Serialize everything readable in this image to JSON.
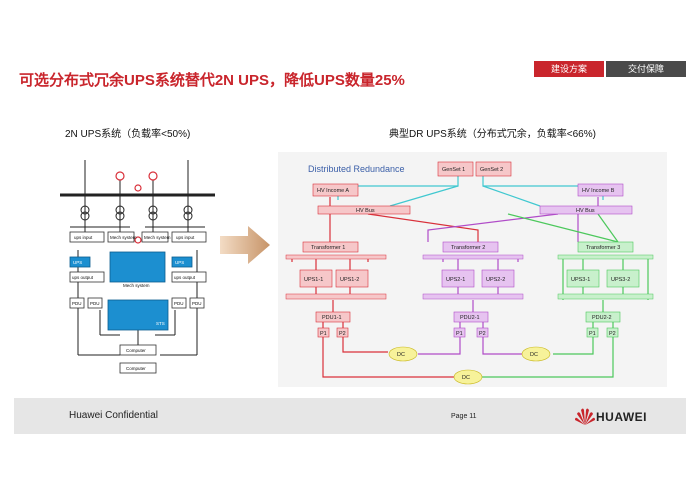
{
  "header": {
    "tab_active": "建设方案",
    "tab_inactive": "交付保障",
    "title": "可选分布式冗余UPS系统替代2N UPS，降低UPS数量25%"
  },
  "left": {
    "caption": "2N UPS系统（负载率<50%)",
    "labels": {
      "ups_input_1": "ups input",
      "ups_input_2": "ups input",
      "mech_1": "Mech system",
      "mech_2": "Mech system",
      "ups_1": "UPS",
      "ups_2": "UPS",
      "ups_output_1": "ups output",
      "ups_output_2": "ups output",
      "mech_system": "Mech system",
      "pdu_1": "PDU",
      "pdu_2": "PDU",
      "pdu_3": "PDU",
      "pdu_4": "PDU",
      "sts": "STS",
      "computer_1": "Computer",
      "computer_2": "Computer"
    }
  },
  "right": {
    "caption": "典型DR UPS系统（分布式冗余，负载率<66%)",
    "diagram_title": "Distributed Redundance",
    "labels": {
      "genset_1": "GenSet 1",
      "genset_2": "GenSet 2",
      "hv_income_a": "HV Income A",
      "hv_income_b": "HV Income B",
      "hv_bus_a": "HV Bus",
      "hv_bus_b": "HV Bus",
      "transformer_1": "Transformer 1",
      "transformer_2": "Transformer 2",
      "transformer_3": "Transformer 3",
      "ups1_1": "UPS1-1",
      "ups1_2": "UPS1-2",
      "ups2_1": "UPS2-1",
      "ups2_2": "UPS2-2",
      "ups3_1": "UPS3-1",
      "ups3_2": "UPS3-2",
      "pdu1_1": "PDU1-1",
      "pdu2_1": "PDU2-1",
      "pdu2_2": "PDU2-2",
      "p1_a": "P1",
      "p2_a": "P2",
      "p1_b": "P1",
      "p2_b": "P2",
      "p1_c": "P1",
      "p2_c": "P2",
      "dc_1": "DC",
      "dc_2": "DC",
      "dc_3": "DC"
    }
  },
  "footer": {
    "confidential": "Huawei Confidential",
    "page": "Page 11",
    "logo_text": "HUAWEI"
  },
  "colors": {
    "brand_red": "#c9252c",
    "tab_dark": "#4a4a4a",
    "path_red": "#d9303a",
    "path_magenta": "#b04cc8",
    "path_green": "#4cc85c",
    "path_cyan": "#40c8d0",
    "ups_blue": "#1c8fd0"
  }
}
